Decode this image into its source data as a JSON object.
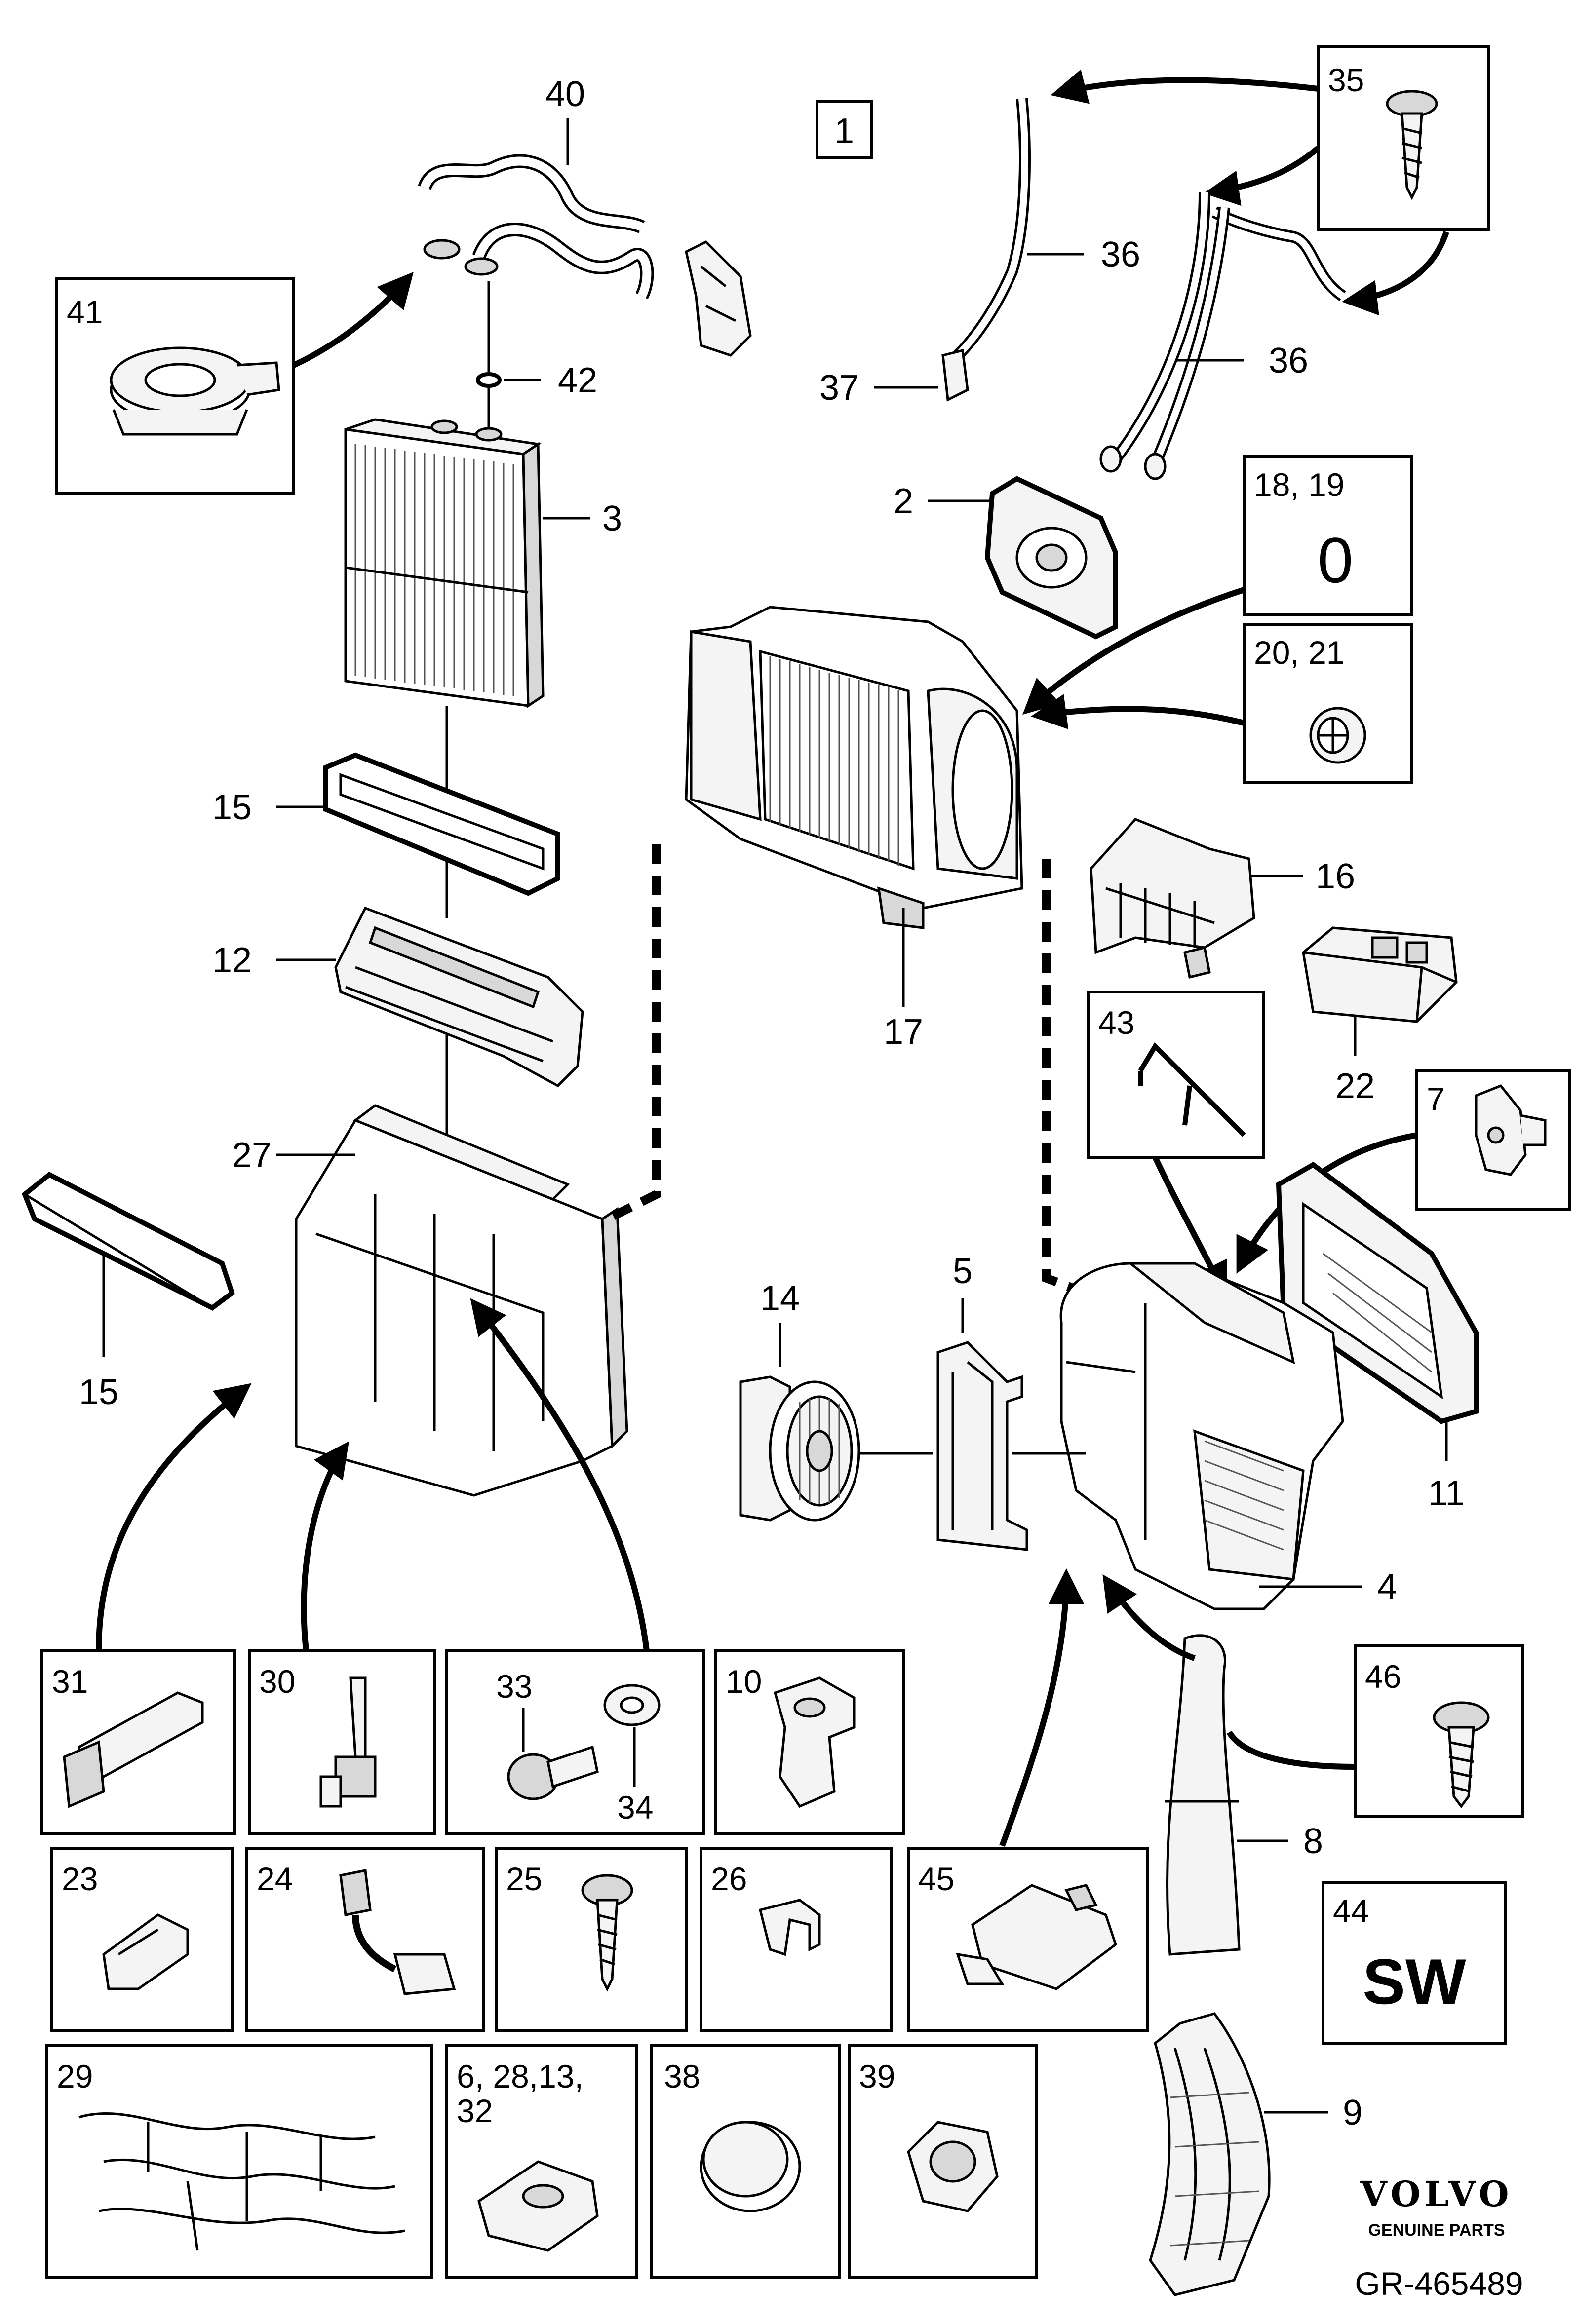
{
  "callouts": {
    "c40": "40",
    "c41": "41",
    "c42": "42",
    "c3": "3",
    "c15a": "15",
    "c15b": "15",
    "c12": "12",
    "c27": "27",
    "c1": "1",
    "c35": "35",
    "c36a": "36",
    "c36b": "36",
    "c37": "37",
    "c2": "2",
    "c1819": "18, 19",
    "c2021": "20, 21",
    "c17": "17",
    "c16": "16",
    "c22": "22",
    "c43": "43",
    "c7": "7",
    "c14": "14",
    "c5": "5",
    "c11": "11",
    "c4": "4",
    "c31": "31",
    "c30": "30",
    "c33": "33",
    "c34": "34",
    "c10": "10",
    "c46": "46",
    "c8": "8",
    "c23": "23",
    "c24": "24",
    "c25": "25",
    "c26": "26",
    "c45": "45",
    "c44": "44",
    "c29": "29",
    "c6281332a": "6, 28,13,",
    "c6281332b": "32",
    "c38": "38",
    "c39": "39",
    "c9": "9"
  },
  "o_ring_symbol": "0",
  "sw_text": "SW",
  "brand": {
    "logo": "VOLVO",
    "tagline": "GENUINE PARTS"
  },
  "reference": "GR-465489"
}
